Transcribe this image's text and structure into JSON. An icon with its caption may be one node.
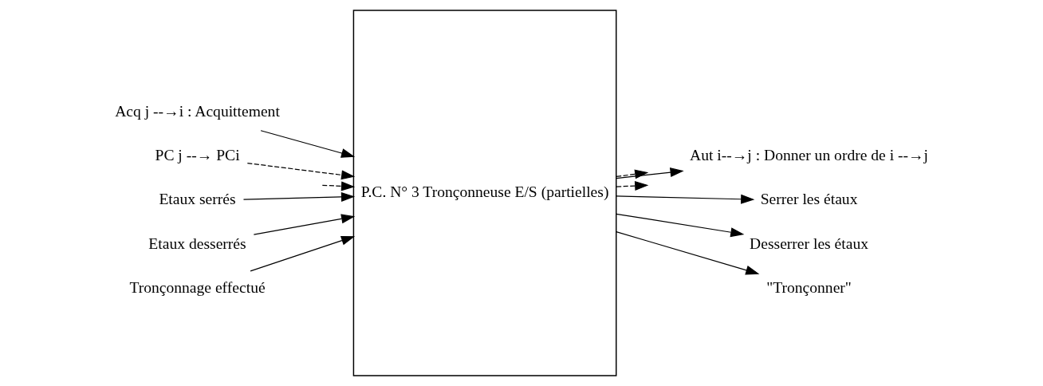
{
  "diagram": {
    "nodes": [
      {
        "text": [
          "P.C. N° 3 Tronçonneuse E/S (partielles)"
        ]
      },
      {
        "text": [
          "Acq j --→i : Acquittement"
        ]
      },
      {
        "text": [
          "PC j --→ PCi"
        ]
      },
      {
        "text": [
          "Etaux serrés"
        ]
      },
      {
        "text": [
          "Etaux desserrés"
        ]
      },
      {
        "text": [
          "Tronçonnage effectué"
        ]
      },
      {
        "text": [
          "Aut i--→j : Donner un ordre de i --→j"
        ]
      },
      {
        "text": [
          "Serrer les étaux"
        ]
      },
      {
        "text": [
          "Desserrer les étaux"
        ]
      },
      {
        "text": [
          "\"Tronçonner\""
        ]
      }
    ],
    "edges": [
      {
        "from": 1,
        "to": 0,
        "arrow": "to"
      },
      {
        "from": 2,
        "to": 0,
        "arrow": "to",
        "style": "dashed"
      },
      {
        "from": null,
        "to": 0,
        "arrow": "to",
        "style": "dashed"
      },
      {
        "from": 3,
        "to": 0,
        "arrow": "to"
      },
      {
        "from": 4,
        "to": 0,
        "arrow": "to"
      },
      {
        "from": 5,
        "to": 0,
        "arrow": "to"
      },
      {
        "from": 0,
        "to": 6,
        "arrow": "to"
      },
      {
        "from": 0,
        "to": null,
        "arrow": "to",
        "style": "dashed"
      },
      {
        "from": 0,
        "to": null,
        "arrow": "to",
        "style": "dashed"
      },
      {
        "from": 0,
        "to": 7,
        "arrow": "to"
      },
      {
        "from": 0,
        "to": 8,
        "arrow": "to"
      },
      {
        "from": 0,
        "to": 9,
        "arrow": "to"
      }
    ]
  }
}
